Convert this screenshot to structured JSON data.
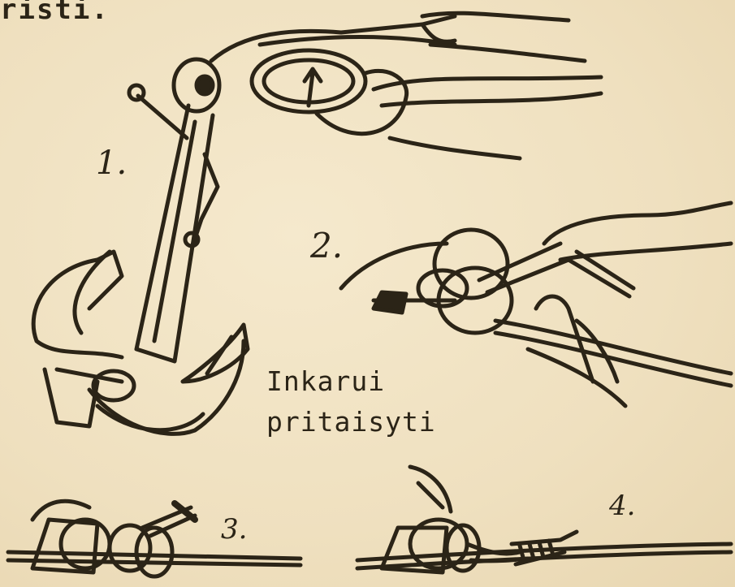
{
  "header": {
    "fragment": "risti."
  },
  "figure": {
    "numbers": {
      "n1": "1.",
      "n2": "2.",
      "n3": "3.",
      "n4": "4."
    },
    "caption": {
      "line1": "Inkarui",
      "line2": "pritaisyti"
    }
  },
  "colors": {
    "paper": "#f0e3c4",
    "ink": "#2b2417"
  }
}
